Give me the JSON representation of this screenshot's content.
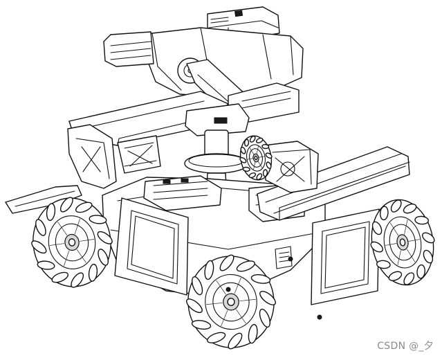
{
  "watermark": {
    "text": "CSDN @_夕"
  },
  "palette": {
    "line": "#111111",
    "background": "#ffffff",
    "watermark": "#8a8a8a"
  },
  "wheels": [
    {
      "id": "front-left"
    },
    {
      "id": "front-right"
    },
    {
      "id": "rear-left"
    },
    {
      "id": "rear-right"
    }
  ]
}
